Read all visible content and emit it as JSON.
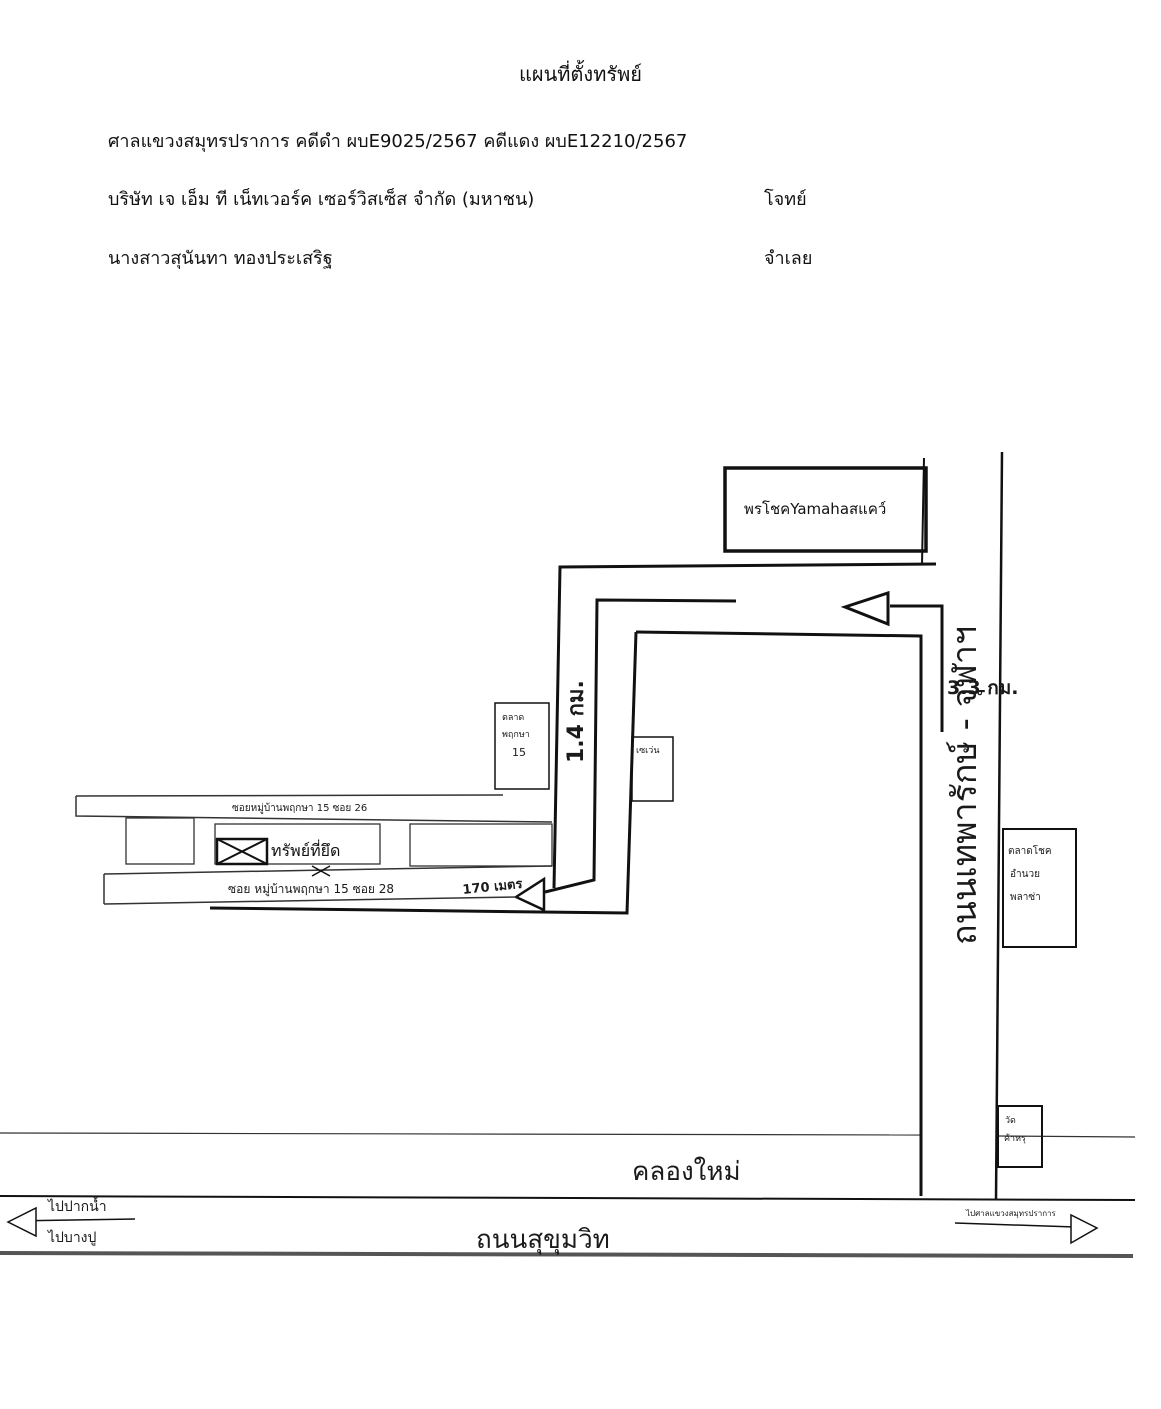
{
  "header": {
    "title": "แผนที่ตั้งทรัพย์",
    "court_line": "ศาลแขวงสมุทรปราการ คดีดำ ผบE9025/2567 คดีแดง ผบE12210/2567",
    "plaintiff_name": "บริษัท เจ เอ็ม ที เน็ทเวอร์ค เซอร์วิสเซ็ส จำกัด (มหาชน)",
    "plaintiff_role": "โจทย์",
    "defendant_name": "นางสาวสุนันทา ทองประเสริฐ",
    "defendant_role": "จำเลย"
  },
  "map": {
    "yamaha_shop": "พรโชคYamahaสแคว์",
    "market_pruksa": [
      "ตลาด",
      "พฤกษา",
      "15"
    ],
    "seven_eleven": "เซเว่น",
    "soi_26": "ซอยหมู่บ้านพฤกษา 15 ซอย 26",
    "seized_property": "ทรัพย์ที่ยึด",
    "soi_28": "ซอย หมู่บ้านพฤกษา 15 ซอย 28",
    "dist_170m": "170 เมตร",
    "dist_14km": "1.4 กม.",
    "dist_33km": "3.3 กม.",
    "road_thaeparak": "ถนนเทพารักษ์ - จุฬาฯ",
    "market_amnuay": [
      "ตลาดโชค",
      "อำนวย",
      "พลาซ่า"
    ],
    "wat_khae": [
      "วัด",
      "ค้าหรุ"
    ],
    "canal": "คลองใหม่",
    "road_sukhumvit": "ถนนสุขุมวิท",
    "to_pak_nam": "ไปปากน้ำ",
    "to_bang_pu": "ไปบางปู",
    "to_court": "ไปศาลแขวงสมุทรปราการ"
  }
}
